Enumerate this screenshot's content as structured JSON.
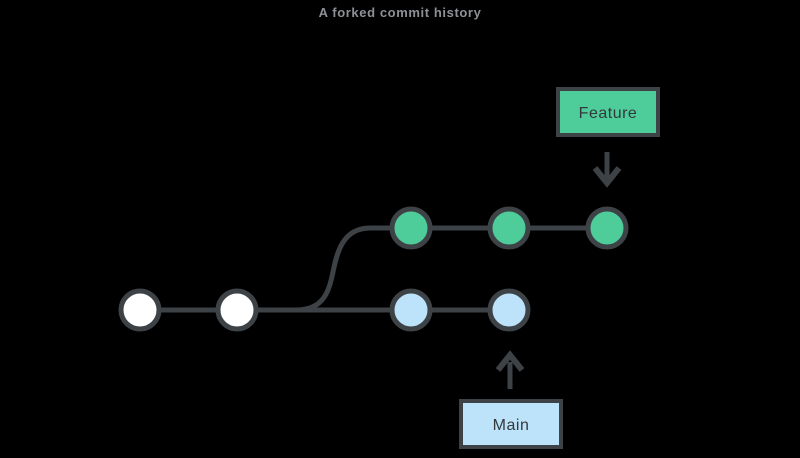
{
  "title": "A forked commit history",
  "labels": {
    "feature": "Feature",
    "main": "Main"
  },
  "colors": {
    "background": "#000000",
    "stroke": "#3d4247",
    "title_text": "#8d9196",
    "label_text": "#33383c",
    "trunk_fill": "#ffffff",
    "feature_fill": "#4ecd9b",
    "main_fill": "#bde3fa"
  },
  "graph": {
    "trunk_commits": 2,
    "branches": [
      {
        "name": "Feature",
        "commits": 3,
        "color": "#4ecd9b"
      },
      {
        "name": "Main",
        "commits": 2,
        "color": "#bde3fa"
      }
    ]
  }
}
